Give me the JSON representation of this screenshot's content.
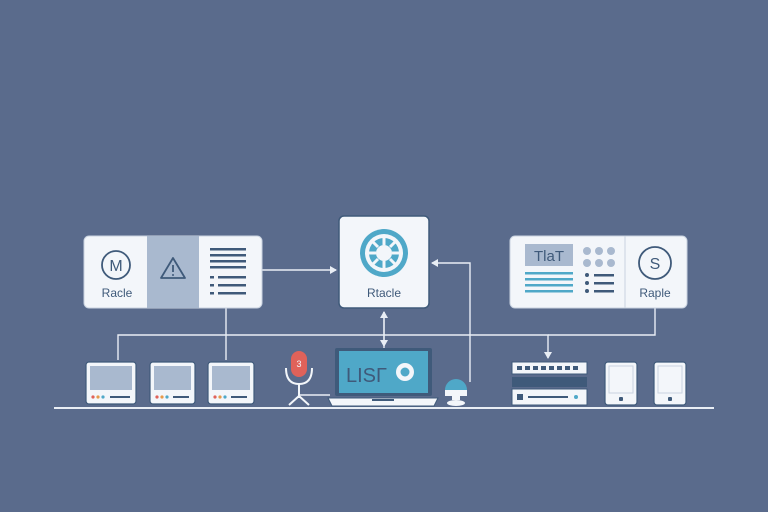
{
  "colors": {
    "background": "#5a6b8c",
    "card": "#f3f6fa",
    "card_border": "#c9d3e0",
    "panel": "#a9b9cf",
    "icon_dark": "#3f5a7a",
    "accent_teal": "#4fa8c8",
    "accent_red": "#e0625a",
    "accent_orange": "#e79a4a",
    "line": "#e9eef5"
  },
  "cards": {
    "left": {
      "badge": "M",
      "label": "Racle"
    },
    "center": {
      "label": "Rtacle"
    },
    "right": {
      "screen_text": "TlaT",
      "badge": "S",
      "label": "Raple"
    }
  },
  "laptop": {
    "screen_text": "LISΓ"
  },
  "mic": {
    "badge": "3"
  },
  "icons": {
    "left_card": [
      "m-badge-icon",
      "warning-icon",
      "document-list-icon"
    ],
    "center_card": [
      "gear-icon"
    ],
    "right_card": [
      "grid-dots-icon",
      "s-badge-icon"
    ],
    "devices": [
      "monitor-icon",
      "monitor-icon",
      "monitor-icon",
      "microphone-icon",
      "laptop-icon",
      "webcam-icon",
      "server-rack-icon",
      "tablet-icon",
      "tablet-icon"
    ]
  }
}
